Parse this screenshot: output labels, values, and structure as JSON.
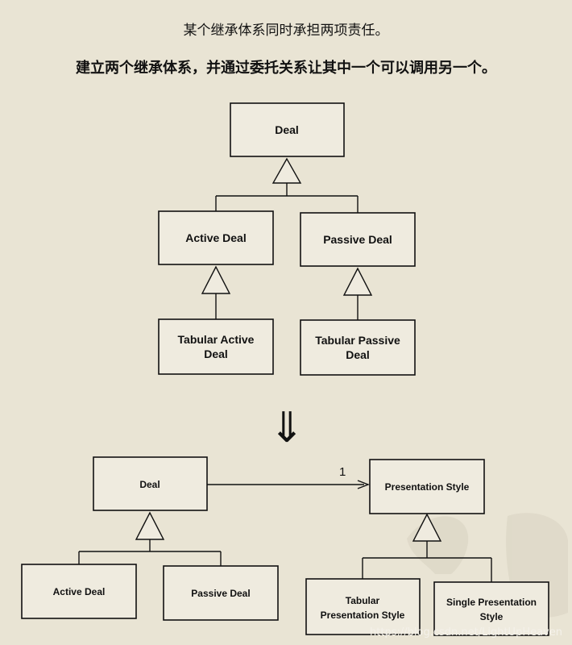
{
  "heading": {
    "problem": "某个继承体系同时承担两项责任。",
    "solution": "建立两个继承体系，并通过委托关系让其中一个可以调用另一个。"
  },
  "before": {
    "deal": "Deal",
    "active_deal": "Active Deal",
    "passive_deal": "Passive Deal",
    "tabular_active_deal": [
      "Tabular Active",
      "Deal"
    ],
    "tabular_passive_deal": [
      "Tabular Passive",
      "Deal"
    ]
  },
  "arrow_symbol": "⇓",
  "after": {
    "deal": "Deal",
    "presentation_style": "Presentation Style",
    "multiplicity": "1",
    "active_deal": "Active Deal",
    "passive_deal": "Passive Deal",
    "tabular_presentation_style": [
      "Tabular",
      "Presentation Style"
    ],
    "single_presentation_style": [
      "Single Presentation",
      "Style"
    ]
  },
  "watermark": "https://blog.csdn.net/LightUpHeaven"
}
